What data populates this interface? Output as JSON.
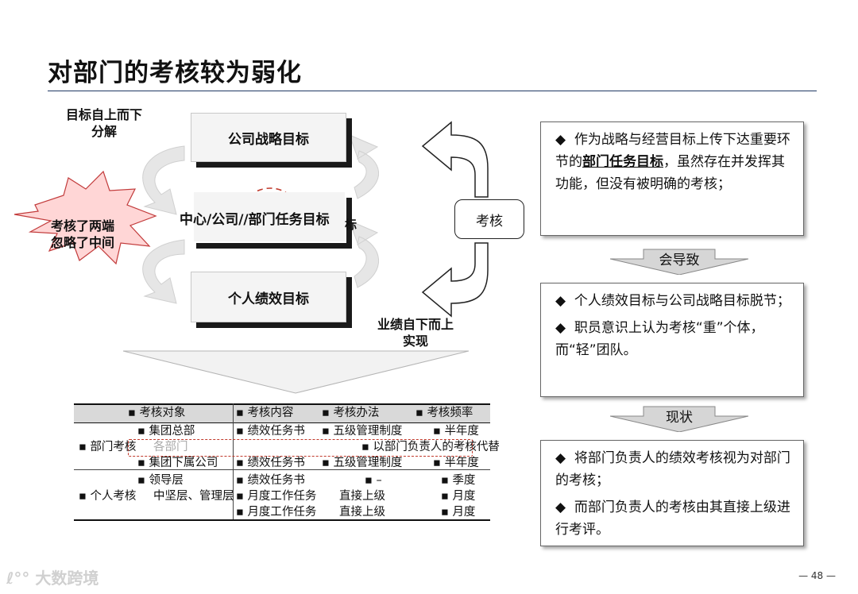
{
  "title": "对部门的考核较为弱化",
  "left_diagram": {
    "top_note_line1": "目标自上而下",
    "top_note_line2": "分解",
    "burst_line1": "考核了两端",
    "burst_line2": "忽略了中间",
    "goal_top": "公司战略目标",
    "goal_middle": "中心/公司//部门任务目标",
    "goal_middle_overflow": "标",
    "goal_bottom": "个人绩效目标",
    "bottom_note_line1": "业绩自下而上",
    "bottom_note_line2": "实现",
    "assess_label": "考核"
  },
  "right_panel": {
    "box1": {
      "line_prefix": "作为战略与经营目标上传下达重要环节的",
      "emphasis": "部门任务目标",
      "line_suffix": "，虽然存在并发挥其功能，但没有被明确的考核；"
    },
    "arrow1_label": "会导致",
    "box2": {
      "item1": "个人绩效目标与公司战略目标脱节；",
      "item2": "职员意识上认为考核“重”个体，而“轻”团队。"
    },
    "arrow2_label": "现状",
    "box3": {
      "item1": "将部门负责人的绩效考核视为对部门的考核；",
      "item2": "而部门负责人的考核由其直接上级进行考评。"
    },
    "bullet": "◆"
  },
  "table": {
    "bullet": "▪",
    "headers": [
      "考核对象",
      "考核内容",
      "考核办法",
      "考核频率"
    ],
    "dept_label": "部门考核",
    "dept_rows": [
      {
        "object": "集团总部",
        "content": "绩效任务书",
        "method": "五级管理制度",
        "freq": "半年度"
      },
      {
        "object": "各部门",
        "content": "以部门负责人的考核代替"
      },
      {
        "object": "集团下属公司",
        "content": "绩效任务书",
        "method": "五级管理制度",
        "freq": "半年度"
      }
    ],
    "person_label": "个人考核",
    "person_rows": [
      {
        "object": "领导层",
        "content": "绩效任务书",
        "method": "–",
        "freq": "季度"
      },
      {
        "object": "中坚层、管理层",
        "content": "月度工作任务",
        "method": "直接上级",
        "freq": "月度"
      },
      {
        "object": "",
        "content": "月度工作任务",
        "method": "直接上级",
        "freq": "月度"
      }
    ]
  },
  "footer": {
    "page": "— 48 —",
    "watermark": "大数跨境"
  }
}
